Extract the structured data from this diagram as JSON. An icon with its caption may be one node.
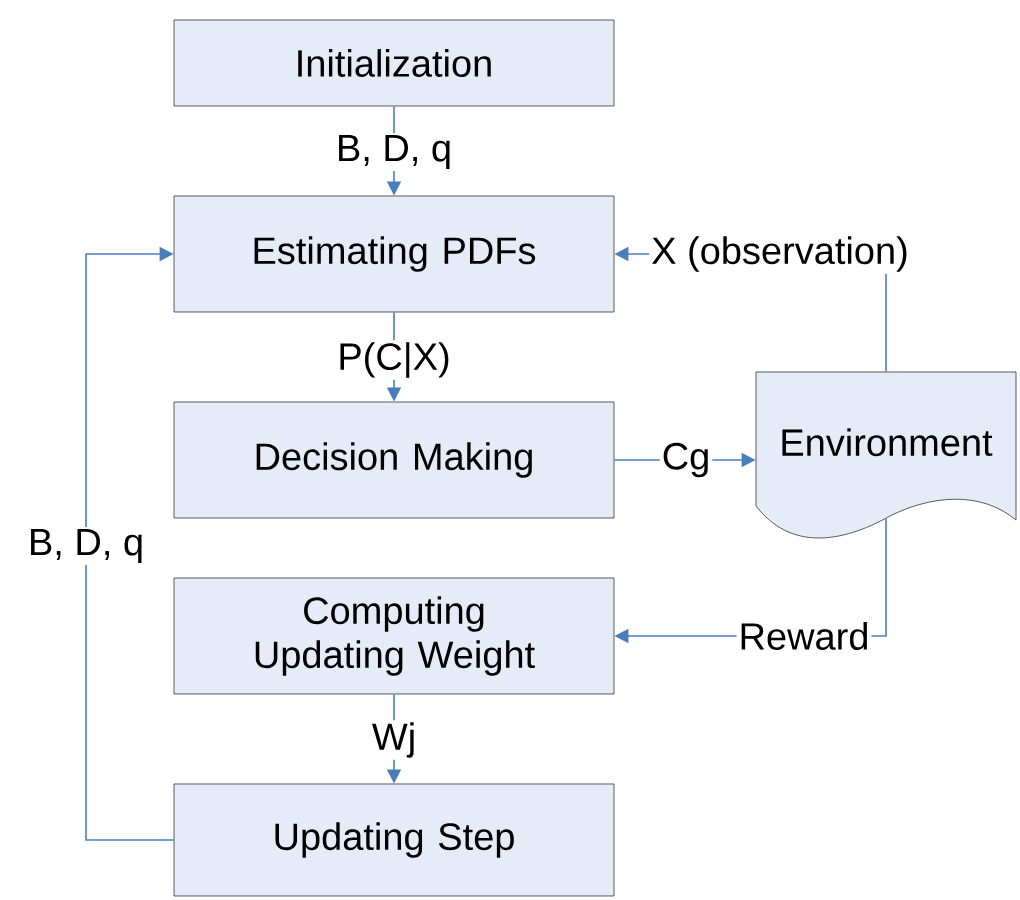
{
  "diagram": {
    "nodes": [
      {
        "text": [
          "Initialization"
        ]
      },
      {
        "text": [
          "Estimating PDFs"
        ]
      },
      {
        "text": [
          "Decision Making"
        ]
      },
      {
        "text": [
          "Environment"
        ]
      },
      {
        "text": [
          "Computing Updating Weight"
        ]
      },
      {
        "text": [
          "Updating Step"
        ]
      }
    ],
    "edges": [
      {
        "from": 0,
        "to": 1,
        "arrow": "to",
        "label": "B, D, q"
      },
      {
        "from": 1,
        "to": 2,
        "arrow": "to",
        "label": "P(C|X)"
      },
      {
        "from": 2,
        "to": 3,
        "arrow": "to",
        "label": "Cg"
      },
      {
        "from": 3,
        "to": 1,
        "arrow": "to",
        "label": "X (observation)"
      },
      {
        "from": 3,
        "to": 4,
        "arrow": "to",
        "label": "Reward"
      },
      {
        "from": 4,
        "to": 5,
        "arrow": "to",
        "label": "Wj"
      },
      {
        "from": 5,
        "to": 1,
        "arrow": "to",
        "label": "B, D, q"
      }
    ]
  }
}
